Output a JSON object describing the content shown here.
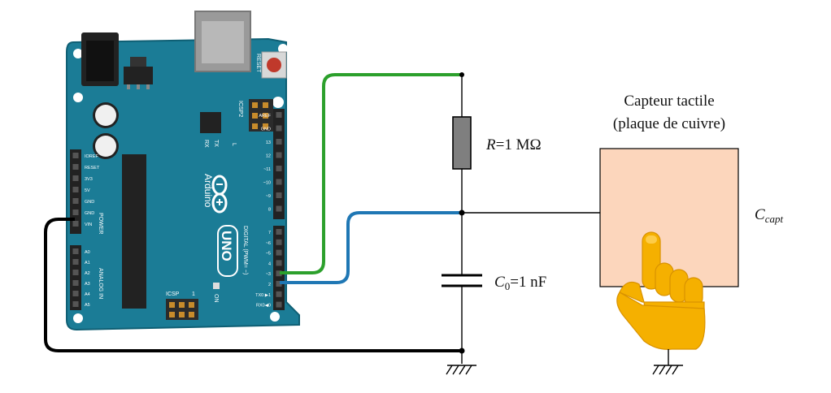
{
  "diagram": {
    "sensor": {
      "title_line1": "Capteur tactile",
      "title_line2": "(plaque de cuivre)",
      "cap_symbol": "C",
      "cap_subscript": "capt"
    },
    "resistor": {
      "symbol": "R",
      "value": "=1 MΩ"
    },
    "capacitor": {
      "symbol": "C",
      "subscript": "0",
      "value": "=1 nF"
    },
    "arduino": {
      "brand": "Arduino",
      "model": "UNO",
      "reset_label": "RESET",
      "icsp2_label": "ICSP2",
      "icsp_label": "ICSP",
      "icsp_pin1": "1",
      "on_label": "ON",
      "rx_label": "RX",
      "tx_label": "TX",
      "l_label": "L",
      "digital_header_label": "DIGITAL (PWM= ~)",
      "power_label": "POWER",
      "analog_label": "ANALOG IN",
      "power_pins": [
        "IOREF",
        "RESET",
        "3V3",
        "5V",
        "GND",
        "GND",
        "VIN"
      ],
      "analog_pins": [
        "A0",
        "A1",
        "A2",
        "A3",
        "A4",
        "A5"
      ],
      "digital_pins_top": [
        "AREF",
        "GND",
        "13",
        "12",
        "~11",
        "~10",
        "~9",
        "8"
      ],
      "digital_pins_bottom": [
        "7",
        "~6",
        "~5",
        "4",
        "~3",
        "2",
        "TX0 ▶1",
        "RX0◀0"
      ]
    },
    "colors": {
      "board": "#1b7c96",
      "board_edge": "#0f5f74",
      "wire_green": "#2ca02c",
      "wire_blue": "#1f77b4",
      "wire_black": "#000000",
      "sensor_plate": "#fcd6bc",
      "resistor_body": "#7f7f7f",
      "hand": "#f5b000"
    }
  }
}
